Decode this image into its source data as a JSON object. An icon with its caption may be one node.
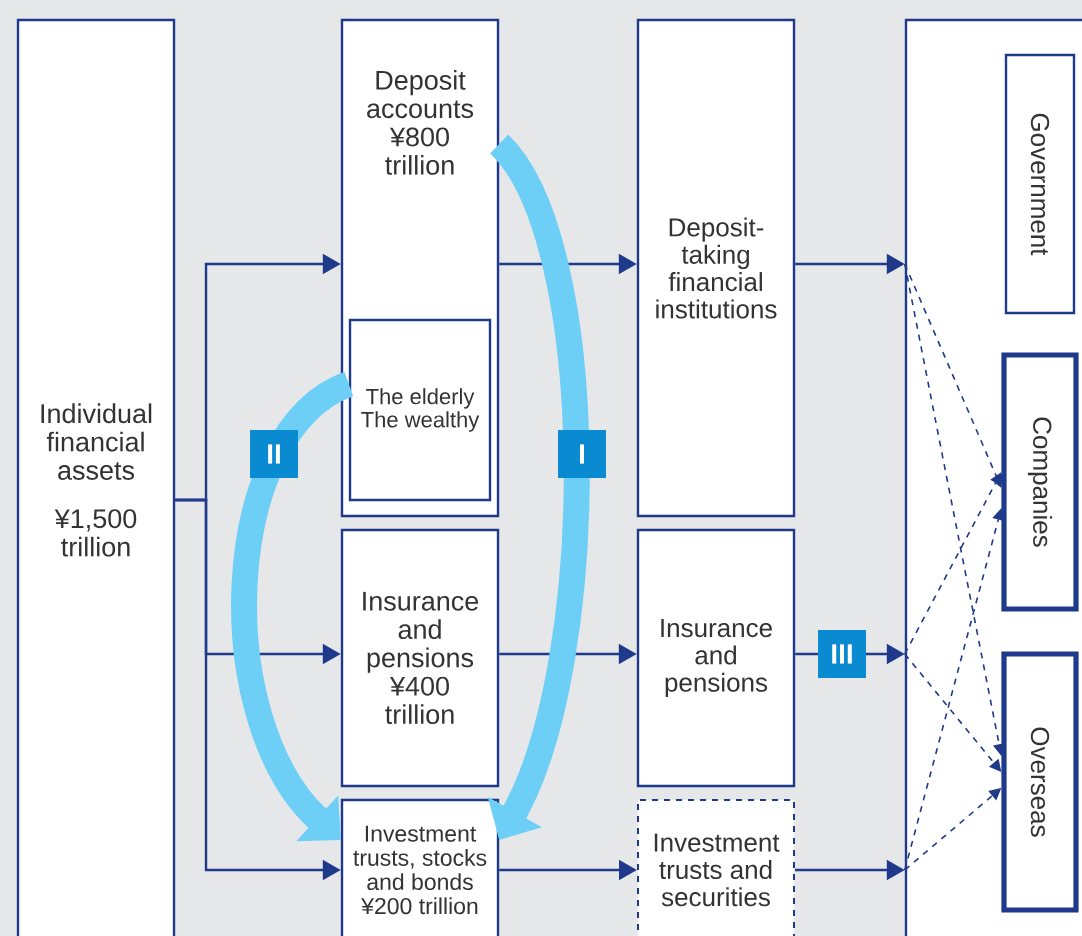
{
  "diagram": {
    "nodes": [
      {
        "text": [
          "Individual financial assets",
          "¥1,500 trillion"
        ]
      },
      {
        "text": [
          "Deposit accounts ¥800 trillion"
        ]
      },
      {
        "text": [
          "The elderly",
          "The wealthy"
        ],
        "in": 1
      },
      {
        "text": [
          "Insurance and pensions ¥400 trillion"
        ]
      },
      {
        "text": [
          "Investment trusts, stocks and bonds ¥200 trillion"
        ]
      },
      {
        "text": [
          "Deposit-taking financial institutions"
        ]
      },
      {
        "text": [
          "Insurance and pensions"
        ]
      },
      {
        "text": [
          "Investment trusts and securities"
        ]
      },
      {
        "text": [],
        "shape": "box"
      },
      {
        "text": [
          "Government"
        ],
        "in": 8
      },
      {
        "text": [
          "Companies"
        ],
        "in": 8
      },
      {
        "text": [
          "Overseas"
        ],
        "in": 8
      }
    ],
    "edges": [
      {
        "from": 0,
        "to": 1,
        "arrow": "to"
      },
      {
        "from": 0,
        "to": 3,
        "arrow": "to"
      },
      {
        "from": 0,
        "to": 4,
        "arrow": "to"
      },
      {
        "from": 1,
        "to": 5,
        "arrow": "to"
      },
      {
        "from": 3,
        "to": 6,
        "arrow": "to"
      },
      {
        "from": 4,
        "to": 7,
        "arrow": "to"
      },
      {
        "from": 5,
        "to": 8,
        "arrow": "to"
      },
      {
        "from": 6,
        "to": 8,
        "arrow": "to",
        "label": "III"
      },
      {
        "from": 7,
        "to": 8,
        "arrow": "to"
      },
      {
        "from": 8,
        "to": 10,
        "arrow": "to",
        "style": "dashed"
      },
      {
        "from": 8,
        "to": 11,
        "arrow": "to",
        "style": "dashed"
      },
      {
        "from": 8,
        "to": 10,
        "arrow": "to",
        "style": "dashed"
      },
      {
        "from": 8,
        "to": 11,
        "arrow": "to",
        "style": "dashed"
      },
      {
        "from": 8,
        "to": 10,
        "arrow": "to",
        "style": "dashed"
      },
      {
        "from": 8,
        "to": 11,
        "arrow": "to",
        "style": "dashed"
      },
      {
        "from": 1,
        "to": 4,
        "arrow": "to",
        "style": "thick",
        "color": "#6dcff6",
        "label": "I"
      },
      {
        "from": 2,
        "to": 4,
        "arrow": "to",
        "style": "thick",
        "color": "#6dcff6",
        "label": "II"
      }
    ]
  }
}
